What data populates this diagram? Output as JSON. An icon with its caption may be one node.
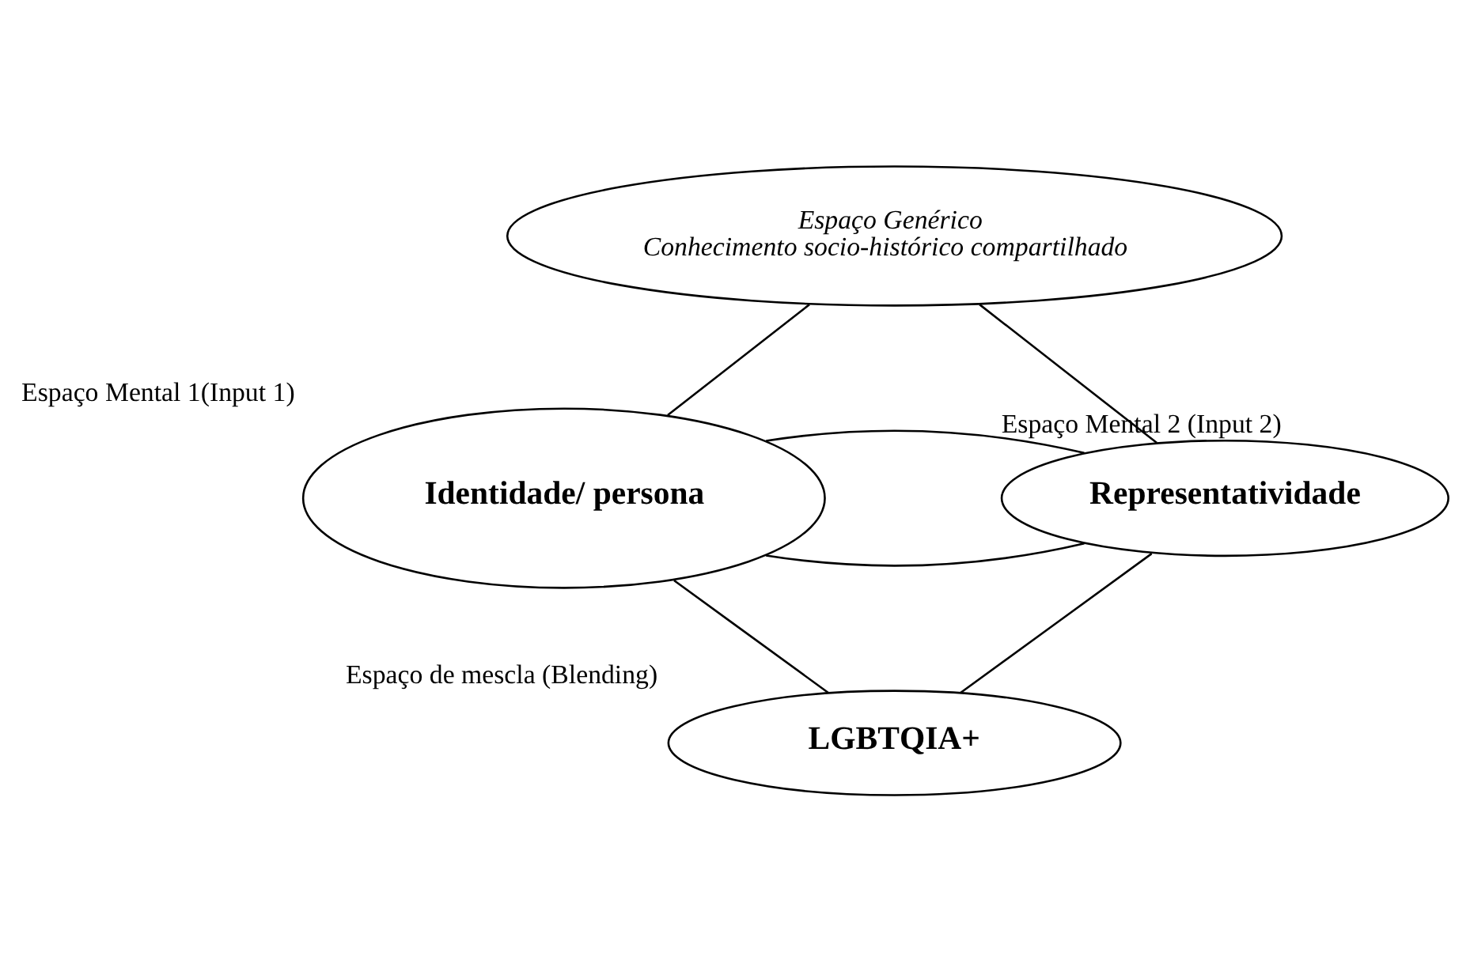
{
  "diagram": {
    "nodes": [
      {
        "text": [
          "Espaço Genérico",
          "Conhecimento socio-histórico compartilhado"
        ]
      },
      {
        "text": [
          "Identidade/ persona"
        ],
        "beside": [
          "Espaço Mental 1(Input 1)"
        ]
      },
      {
        "text": [
          "Representatividade"
        ],
        "beside": [
          "Espaço Mental 2 (Input 2)"
        ]
      },
      {
        "text": [
          "LGBTQIA+"
        ],
        "beside": [
          "Espaço de mescla (Blending)"
        ]
      }
    ],
    "edges": [
      {
        "from": 0,
        "to": 1,
        "arrow": "none"
      },
      {
        "from": 0,
        "to": 2,
        "arrow": "none"
      },
      {
        "from": 1,
        "to": 2,
        "arrow": "none"
      },
      {
        "from": 1,
        "to": 2,
        "arrow": "none"
      },
      {
        "from": 1,
        "to": 3,
        "arrow": "none"
      },
      {
        "from": 2,
        "to": 3,
        "arrow": "none"
      }
    ]
  }
}
